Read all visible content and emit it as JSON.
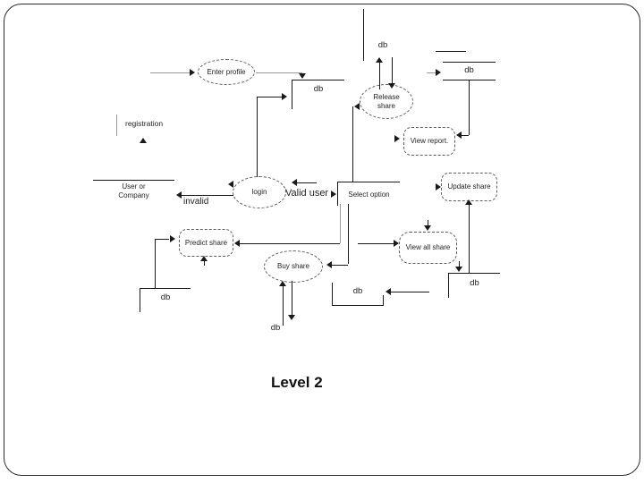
{
  "slide": {
    "title": "Level 2"
  },
  "diagram": {
    "processes": {
      "enter_profile": "Enter profile",
      "release_share": "Release share",
      "view_report": "View report.",
      "login": "login",
      "select_option": "Select option",
      "update_share": "Update share",
      "view_all_share": "View all share",
      "predict_share": "Predict share",
      "buy_share": "Buy share"
    },
    "entities": {
      "user_or_company": "User or Company"
    },
    "datastores": {
      "top_label": "db",
      "top_middle": "db",
      "top_right": "db",
      "bottom_left": "db",
      "bottom_middle": "db",
      "bottom_right": "db",
      "bottom_label": "db"
    },
    "flow_labels": {
      "registration": "registration",
      "invalid": "invalid",
      "valid_user": "Valid user"
    },
    "colors": {
      "line": "#1a1a1a",
      "muted_line": "#9a9a9a"
    }
  }
}
